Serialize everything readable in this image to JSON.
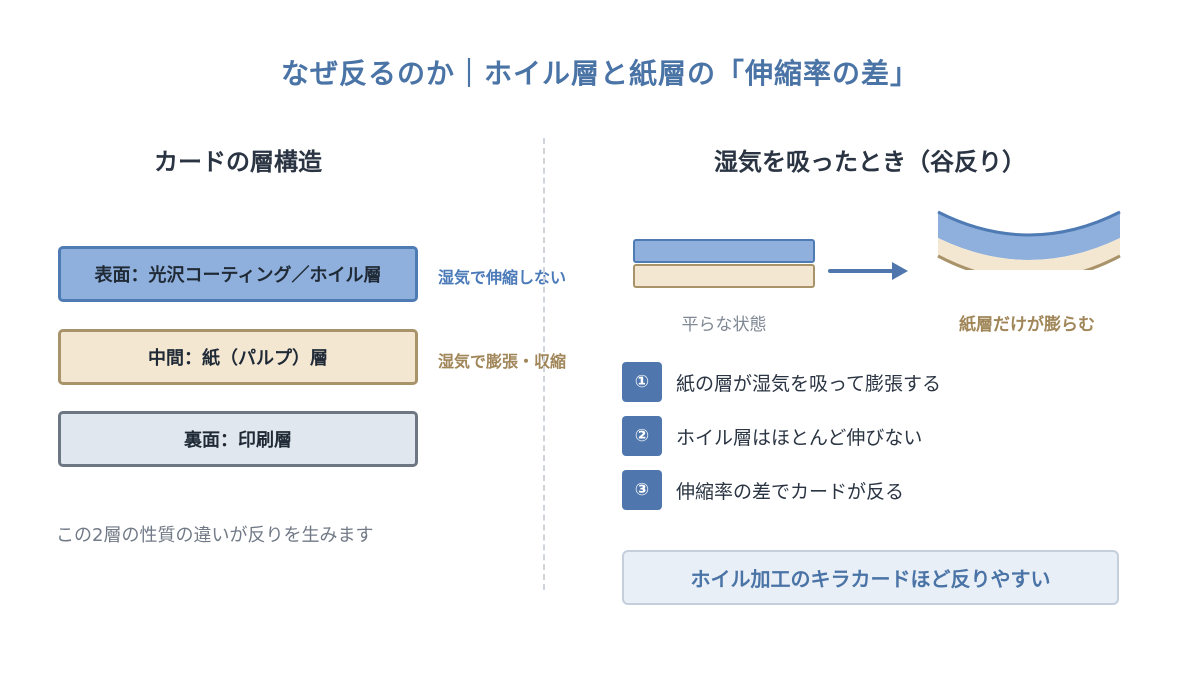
{
  "title": "なぜ反るのか｜ホイル層と紙層の「伸縮率の差」",
  "left": {
    "heading": "カードの層構造",
    "layers": [
      {
        "label": "表面：光沢コーティング／ホイル層",
        "note": "湿気で伸縮しない"
      },
      {
        "label": "中間：紙（パルプ）層",
        "note": "湿気で膨張・収縮"
      },
      {
        "label": "裏面：印刷層"
      }
    ],
    "footnote": "この2層の性質の違いが反りを生みます"
  },
  "right": {
    "heading": "湿気を吸ったとき（谷反り）",
    "flat_caption": "平らな状態",
    "curved_caption": "紙層だけが膨らむ",
    "steps": [
      {
        "num": "①",
        "text": "紙の層が湿気を吸って膨張する"
      },
      {
        "num": "②",
        "text": "ホイル層はほとんど伸びない"
      },
      {
        "num": "③",
        "text": "伸縮率の差でカードが反る"
      }
    ],
    "callout": "ホイル加工のキラカードほど反りやすい"
  },
  "colors": {
    "accent": "#4a73a6",
    "foil_fill": "#8fb0dc",
    "foil_border": "#4f7bb4",
    "paper_fill": "#f4e7d2",
    "paper_border": "#a8936a",
    "print_fill": "#e1e7ee",
    "print_border": "#6d7784"
  },
  "icons": {
    "arrow": "arrow-right-icon"
  }
}
